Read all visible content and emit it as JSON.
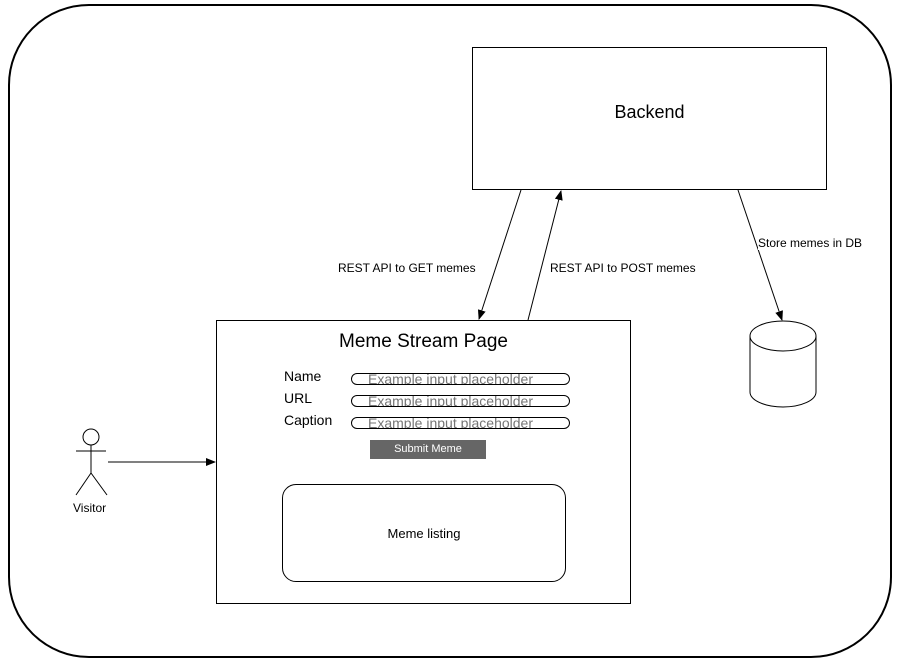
{
  "backend": {
    "title": "Backend"
  },
  "page": {
    "title": "Meme Stream Page",
    "fields": [
      {
        "label": "Name",
        "placeholder": "Example input placeholder"
      },
      {
        "label": "URL",
        "placeholder": "Example input placeholder"
      },
      {
        "label": "Caption",
        "placeholder": "Example input placeholder"
      }
    ],
    "submit_label": "Submit Meme",
    "listing_label": "Meme listing"
  },
  "actor": {
    "label": "Visitor"
  },
  "edges": {
    "get": "REST API to GET memes",
    "post": "REST API to POST memes",
    "store": "Store memes in DB"
  },
  "database": {
    "icon": "database-cylinder-icon"
  }
}
